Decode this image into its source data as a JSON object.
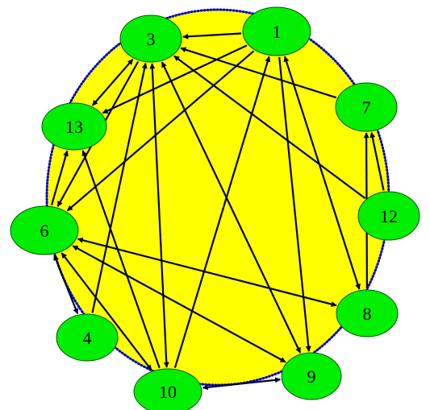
{
  "colors": {
    "background": "#ffffff",
    "region_fill": "#ffff00",
    "region_border": "#0000cc",
    "node_fill": "#00ee00",
    "node_stroke": "#005500",
    "edge": "#000033"
  },
  "nodes": [
    {
      "id": "3",
      "label": "3"
    },
    {
      "id": "1",
      "label": "1"
    },
    {
      "id": "13",
      "label": "13"
    },
    {
      "id": "7",
      "label": "7"
    },
    {
      "id": "6",
      "label": "6"
    },
    {
      "id": "12",
      "label": "12"
    },
    {
      "id": "8",
      "label": "8"
    },
    {
      "id": "4",
      "label": "4"
    },
    {
      "id": "9",
      "label": "9"
    },
    {
      "id": "10",
      "label": "10"
    }
  ],
  "edges": [
    {
      "from": "1",
      "to": "3",
      "arrow": "end"
    },
    {
      "from": "1",
      "to": "13",
      "arrow": "end"
    },
    {
      "from": "1",
      "to": "6",
      "arrow": "end"
    },
    {
      "from": "1",
      "to": "9",
      "arrow": "end"
    },
    {
      "from": "1",
      "to": "8",
      "arrow": "both"
    },
    {
      "from": "10",
      "to": "1",
      "arrow": "end"
    },
    {
      "from": "7",
      "to": "3",
      "arrow": "end"
    },
    {
      "from": "12",
      "to": "3",
      "arrow": "end"
    },
    {
      "from": "12",
      "to": "7",
      "arrow": "end"
    },
    {
      "from": "8",
      "to": "7",
      "arrow": "end"
    },
    {
      "from": "3",
      "to": "13",
      "arrow": "both"
    },
    {
      "from": "3",
      "to": "6",
      "arrow": "end"
    },
    {
      "from": "3",
      "to": "10",
      "arrow": "both"
    },
    {
      "from": "3",
      "to": "9",
      "arrow": "both"
    },
    {
      "from": "4",
      "to": "3",
      "arrow": "end"
    },
    {
      "from": "6",
      "to": "13",
      "arrow": "end"
    },
    {
      "from": "6",
      "to": "8",
      "arrow": "both"
    },
    {
      "from": "6",
      "to": "9",
      "arrow": "both"
    },
    {
      "from": "6",
      "to": "10",
      "arrow": "both"
    },
    {
      "from": "6",
      "to": "4",
      "arrow": "both"
    },
    {
      "from": "13",
      "to": "10",
      "arrow": "start"
    },
    {
      "from": "10",
      "to": "9",
      "arrow": "both"
    }
  ]
}
